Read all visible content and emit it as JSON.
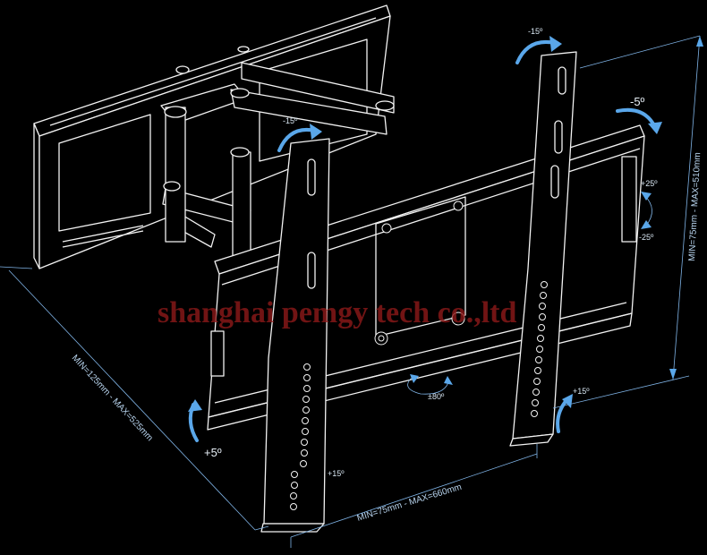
{
  "dimensions": {
    "width_range": "MIN=75mm - MAX=660mm",
    "height_range": "MIN=75mm - MAX=510mm",
    "depth_range": "MIN=125mm - MAX=525mm"
  },
  "rotations": {
    "tilt_top": "-15º",
    "arm_swivel": "-15º",
    "tilt_left": "-5º",
    "tilt_up": "+25º",
    "tilt_down": "-25º",
    "swivel": "±80º",
    "tilt_bottom_right": "+15º",
    "tilt_bottom_left": "+5º",
    "tilt_bottom_center": "+15º"
  },
  "watermark": "shanghai pemgy tech co.,ltd",
  "colors": {
    "background": "#000000",
    "line_art": "#f2f2f2",
    "dimension": "#7fb3e6",
    "arrow": "#5aa7ea",
    "watermark": "#8e1a1a"
  }
}
